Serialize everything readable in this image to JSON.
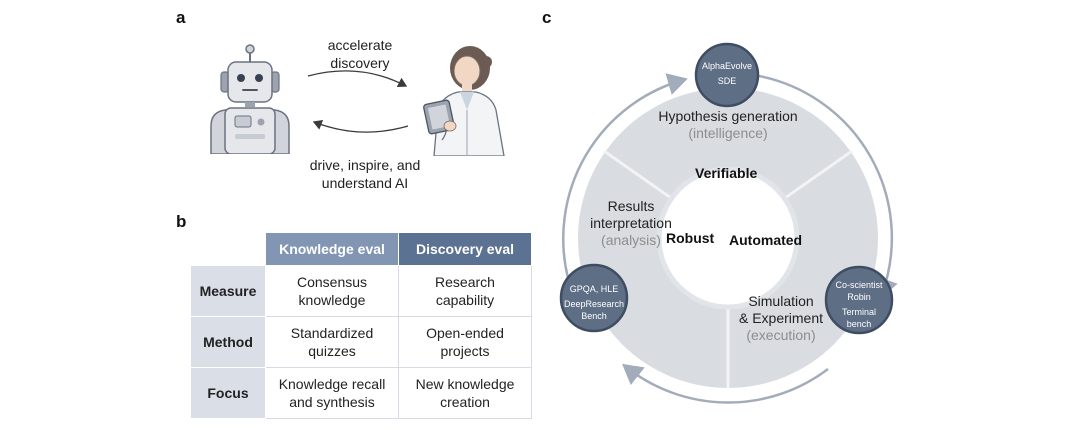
{
  "panel_a": {
    "label": "a",
    "top_arrow_text": [
      "accelerate",
      "discovery"
    ],
    "bottom_arrow_text": [
      "drive, inspire, and",
      "understand AI"
    ]
  },
  "panel_b": {
    "label": "b",
    "headers": [
      "Knowledge eval",
      "Discovery eval"
    ],
    "rows": [
      {
        "label": "Measure",
        "knowledge": [
          "Consensus",
          "knowledge"
        ],
        "discovery": [
          "Research",
          "capability"
        ]
      },
      {
        "label": "Method",
        "knowledge": [
          "Standardized",
          "quizzes"
        ],
        "discovery": [
          "Open-ended",
          "projects"
        ]
      },
      {
        "label": "Focus",
        "knowledge": [
          "Knowledge recall",
          "and synthesis"
        ],
        "discovery": [
          "New knowledge",
          "creation"
        ]
      }
    ]
  },
  "panel_c": {
    "label": "c",
    "stages": {
      "hypothesis": {
        "title": "Hypothesis generation",
        "sub": "(intelligence)"
      },
      "results": {
        "title": [
          "Results",
          "interpretation"
        ],
        "sub": "(analysis)"
      },
      "simulation": {
        "title": [
          "Simulation",
          "& Experiment"
        ],
        "sub": "(execution)"
      }
    },
    "core": {
      "top": "Verifiable",
      "left": "Robust",
      "right": "Automated"
    },
    "nodes": {
      "top": [
        "AlphaEvolve",
        "SDE"
      ],
      "left": [
        "GPQA, HLE",
        "DeepResearch",
        "Bench"
      ],
      "right": [
        "Co-scientist",
        "Robin",
        "Terminal",
        "bench"
      ]
    },
    "colors": {
      "ring": "#d9dce1",
      "node": "#5e6e85",
      "node_border": "#3f4d63",
      "arrow": "#a3acbb"
    }
  }
}
